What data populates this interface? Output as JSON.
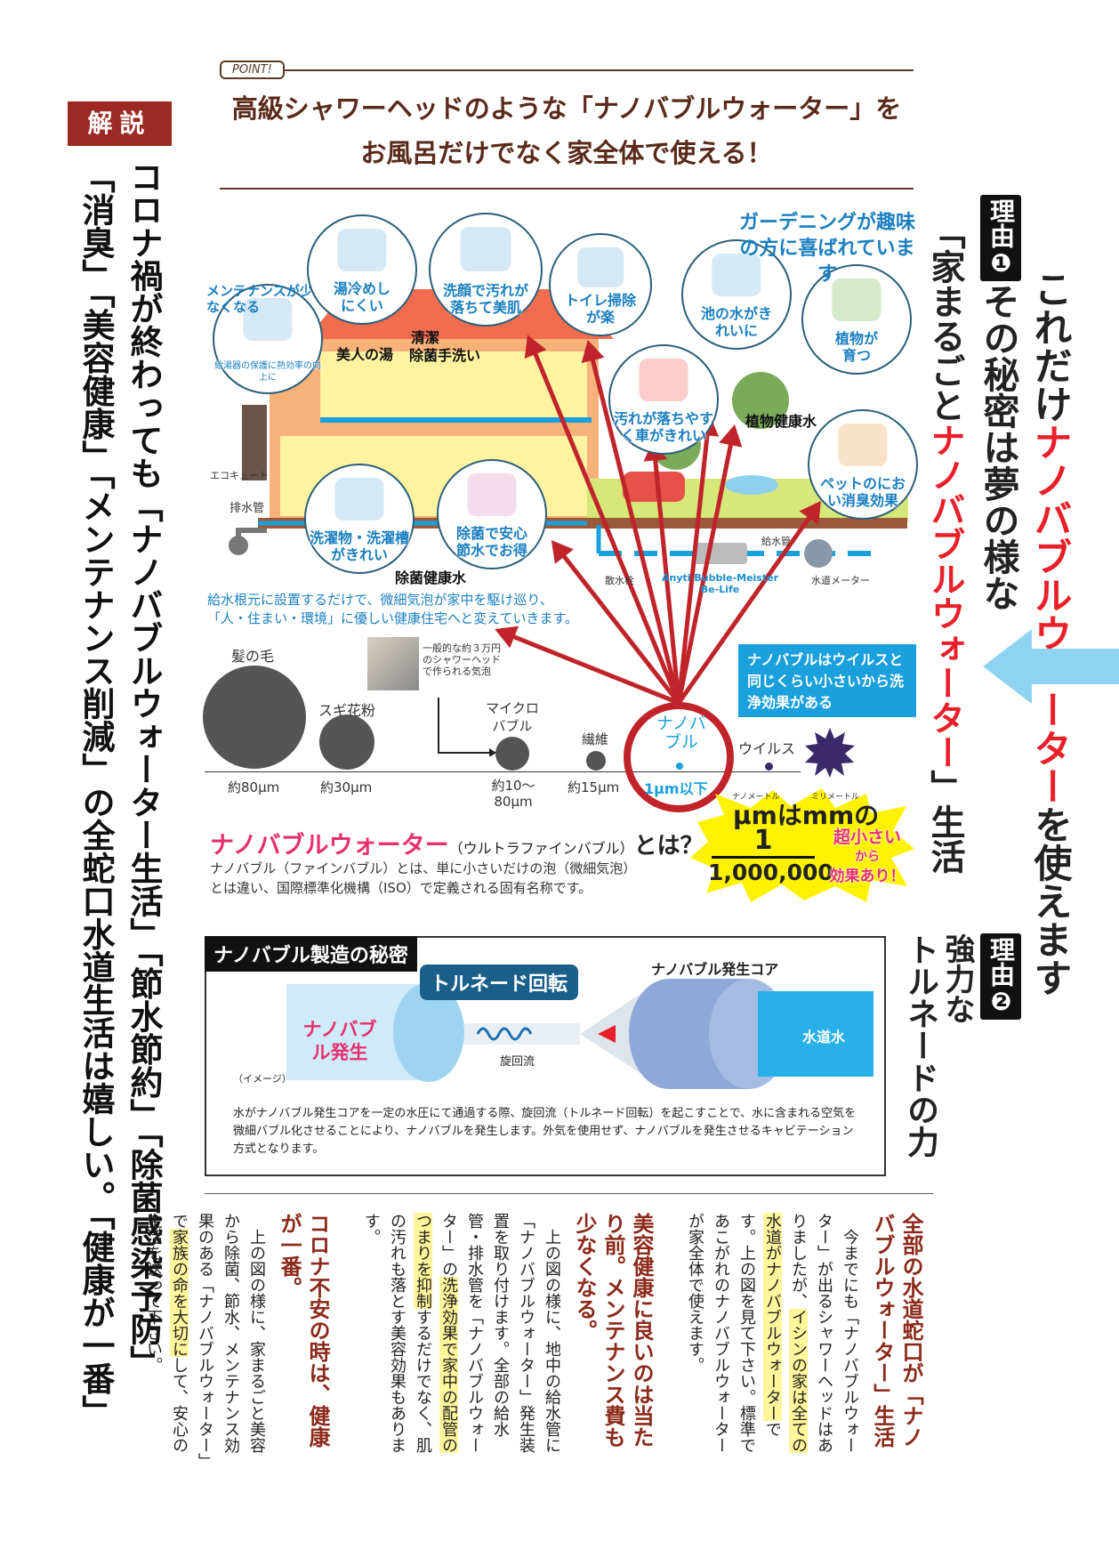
{
  "left": {
    "badge": "解説",
    "col1": "コロナ禍が終わっても「ナノバブルウォーター生活」「節水節約」「除菌感染予防」",
    "col2": "「消臭」「美容健康」「メンテナンス削減」の全蛇口水道生活は嬉しい。「健康が一番」"
  },
  "point": {
    "tag": "POINT!",
    "line1": "高級シャワーヘッドのような「ナノバブルウォーター」を",
    "line2": "お風呂だけでなく家全体で使える！"
  },
  "right": {
    "col_a_pre": "これだけ",
    "col_a_red": "ナノバブルウォーター",
    "col_a_post": "を使えます",
    "reason1": "理由❶",
    "reason1_text": "その秘密は夢の様な",
    "col_c_pre": "「家まるごと",
    "col_c_red": "ナノバブルウォーター",
    "col_c_post": "」生活",
    "reason2": "理由❷",
    "reason2_a": "強力な",
    "reason2_b": "トルネードの力"
  },
  "diagram": {
    "bubbles": [
      {
        "label": "メンテナンスが少なくなる",
        "sub": "給湯器の保護に熱効率の向上に"
      },
      {
        "label": "湯冷めしにくい"
      },
      {
        "label": "洗顔で汚れが落ちて美肌"
      },
      {
        "label": "トイレ掃除が楽"
      },
      {
        "label": "池の水がきれいに"
      },
      {
        "label": "植物が育つ"
      },
      {
        "label": "汚れが落ちやすく車がきれい"
      },
      {
        "label": "ペットのにおい消臭効果"
      },
      {
        "label": "洗濯物・洗濯槽がきれい"
      },
      {
        "label": "除菌で安心節水でお得"
      }
    ],
    "gardening": "ガーデニングが趣味の方に喜ばれています",
    "rooms": {
      "bath": "美人の湯",
      "wash1": "清潔",
      "wash2": "除菌手洗い",
      "plant": "植物健康水",
      "sterile": "除菌健康水"
    },
    "parts": {
      "ecocute": "エコキュート",
      "drain": "排水管",
      "supply": "給水管",
      "faucet": "散水栓",
      "meter": "水道メーター",
      "device1": "Anyti Bubble-Meister",
      "device2": "Be-Life"
    },
    "caption1": "給水根元に設置するだけで、微細気泡が家中を駆け巡り、",
    "caption2": "「人・住まい・環境」に優しい健康住宅へと変えていきます。"
  },
  "sizes": {
    "items": [
      {
        "name": "髪の毛",
        "size": "約80μm"
      },
      {
        "name": "スギ花粉",
        "size": "約30μm"
      },
      {
        "name": "マイクロバブル",
        "size": "約10～80μm"
      },
      {
        "name": "繊維",
        "size": "約15μm"
      },
      {
        "name": "ナノバブル",
        "size": "1μm以下"
      },
      {
        "name": "ウイルス"
      }
    ],
    "shower_note": "一般的な約３万円のシャワーヘッドで作られる気泡",
    "callout": "ナノバブルはウイルスと同じくらい小さいから洗浄効果がある",
    "star": {
      "ruby1": "ナノメートル",
      "ruby2": "ミリメートル",
      "line": "μmはmmの",
      "num": "1",
      "den": "1,000,000",
      "pink1": "超小さい",
      "pink2": "から",
      "pink3": "効果あり！"
    }
  },
  "whatis": {
    "title": "ナノバブルウォーター",
    "paren": "（ウルトラファインバブル）",
    "q": "とは？",
    "desc1": "ナノバブル（ファインバブル）とは、単に小さいだけの泡（微細気泡）",
    "desc2": "とは違い、国際標準化機構（ISO）で定義される固有名称です。"
  },
  "mfg": {
    "title": "ナノバブル製造の秘密",
    "tornado": "トルネード回転",
    "core": "ナノバブル発生コア",
    "gen": "ナノバブル発生",
    "swirl": "旋回流",
    "water": "水道水",
    "image": "（イメージ）",
    "desc": "水がナノバブル発生コアを一定の水圧にて通過する際、旋回流（トルネード回転）を起こすことで、水に含まれる空気を微細バブル化させることにより、ナノバブルを発生します。外気を使用せず、ナノバブルを発生させるキャビテーション方式となります。"
  },
  "articles": [
    {
      "heading": "全部の水道蛇口が「ナノバブルウォーター」生活",
      "p": [
        "　今までにも「ナノバブルウォーター」が出るシャワーヘッドはありましたが、",
        "イシンの家は全ての水道がナノバブルウォーター",
        "です。上の図を見て下さい。標準であこがれのナノバブルウォーターが家全体で使えます。"
      ]
    },
    {
      "heading": "美容健康に良いのは当たり前。メンテナンス費も少なくなる。",
      "p": [
        "　上の図の様に、地中の給水管に「ナノバブルウォーター」発生装置を取り付けます。全部の給水管・排水管を「ナノバブルウォーター」の",
        "洗浄効果で家中の配管のつまりを抑制",
        "するだけでなく、肌の汚れも落とす美容効果もあります。"
      ]
    },
    {
      "heading": "コロナ不安の時は、健康が一番。",
      "p": [
        "　上の図の様に、家まるごと美容から除菌、節水、メンテナンス効果のある「ナノバブルウォーター」で",
        "家族の命を大切に",
        "して、安心の生活を送って下さい。"
      ]
    }
  ],
  "colors": {
    "red": "#e8202a",
    "blue": "#1aa0dc",
    "pink": "#e6306e",
    "brown": "#8b2a1a"
  }
}
